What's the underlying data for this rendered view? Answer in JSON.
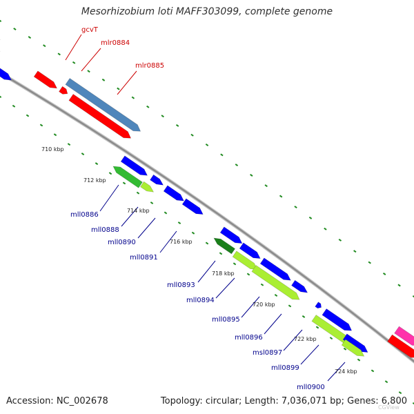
{
  "title": "Mesorhizobium loti MAFF303099, complete genome",
  "footer": {
    "accession": "Accession: NC_002678",
    "topology": "Topology: circular; Length: 7,036,071 bp; Genes: 6,800"
  },
  "colors": {
    "backbone": "#8a8a8a",
    "tick": "#1f8a1f",
    "gene_red": "#ff0000",
    "gene_steelblue": "#4f86bb",
    "gene_blue": "#0000ff",
    "gene_green": "#33bb33",
    "gene_darkgreen": "#1a7f1a",
    "gene_lime": "#aaee33",
    "gene_magenta": "#ff33aa",
    "gene_grey": "#c8c8c8",
    "label_red": "#cc0000",
    "label_blue": "#00008b"
  },
  "gene_labels": [
    {
      "text": "gcvT",
      "color": "red"
    },
    {
      "text": "mlr0884",
      "color": "red"
    },
    {
      "text": "mlr0885",
      "color": "red"
    },
    {
      "text": "mll0886",
      "color": "blue"
    },
    {
      "text": "mll0888",
      "color": "blue"
    },
    {
      "text": "mll0890",
      "color": "blue"
    },
    {
      "text": "mll0891",
      "color": "blue"
    },
    {
      "text": "mll0893",
      "color": "blue"
    },
    {
      "text": "mll0894",
      "color": "blue"
    },
    {
      "text": "mll0895",
      "color": "blue"
    },
    {
      "text": "mll0896",
      "color": "blue"
    },
    {
      "text": "msl0897",
      "color": "blue"
    },
    {
      "text": "mll0899",
      "color": "blue"
    },
    {
      "text": "mll0900",
      "color": "blue"
    }
  ],
  "kbp_labels": [
    "710 kbp",
    "712 kbp",
    "714 kbp",
    "716 kbp",
    "718 kbp",
    "720 kbp",
    "722 kbp",
    "724 kbp"
  ],
  "watermark": "CGView"
}
